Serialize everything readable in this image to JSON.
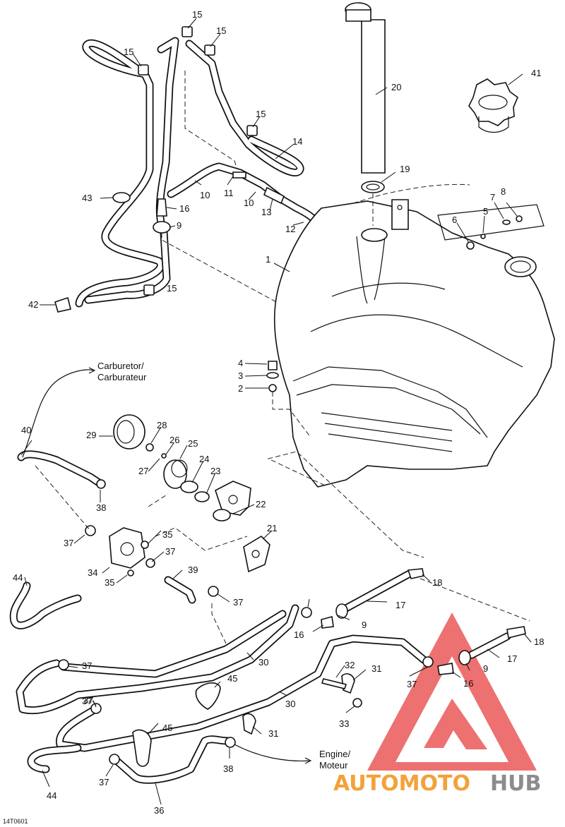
{
  "diagram_code": "14T0601",
  "notes": {
    "carburetor": [
      "Carburetor/",
      "Carburateur"
    ],
    "engine": [
      "Engine/",
      "Moteur"
    ]
  },
  "labels": [
    {
      "id": "l15a",
      "text": "15"
    },
    {
      "id": "l15b",
      "text": "15"
    },
    {
      "id": "l15c",
      "text": "15"
    },
    {
      "id": "l15d",
      "text": "15"
    },
    {
      "id": "l15e",
      "text": "15"
    },
    {
      "id": "l14",
      "text": "14"
    },
    {
      "id": "l43",
      "text": "43"
    },
    {
      "id": "l42",
      "text": "42"
    },
    {
      "id": "l16a",
      "text": "16"
    },
    {
      "id": "l9a",
      "text": "9"
    },
    {
      "id": "l10a",
      "text": "10"
    },
    {
      "id": "l11",
      "text": "11"
    },
    {
      "id": "l10b",
      "text": "10"
    },
    {
      "id": "l13",
      "text": "13"
    },
    {
      "id": "l12",
      "text": "12"
    },
    {
      "id": "l20",
      "text": "20"
    },
    {
      "id": "l19",
      "text": "19"
    },
    {
      "id": "l41",
      "text": "41"
    },
    {
      "id": "l7",
      "text": "7"
    },
    {
      "id": "l8",
      "text": "8"
    },
    {
      "id": "l5",
      "text": "5"
    },
    {
      "id": "l6",
      "text": "6"
    },
    {
      "id": "l1",
      "text": "1"
    },
    {
      "id": "l4",
      "text": "4"
    },
    {
      "id": "l3",
      "text": "3"
    },
    {
      "id": "l2",
      "text": "2"
    },
    {
      "id": "l40",
      "text": "40"
    },
    {
      "id": "l29",
      "text": "29"
    },
    {
      "id": "l28",
      "text": "28"
    },
    {
      "id": "l26",
      "text": "26"
    },
    {
      "id": "l25",
      "text": "25"
    },
    {
      "id": "l27",
      "text": "27"
    },
    {
      "id": "l24",
      "text": "24"
    },
    {
      "id": "l23",
      "text": "23"
    },
    {
      "id": "l22",
      "text": "22"
    },
    {
      "id": "l38a",
      "text": "38"
    },
    {
      "id": "l21",
      "text": "21"
    },
    {
      "id": "l37a",
      "text": "37"
    },
    {
      "id": "l35a",
      "text": "35"
    },
    {
      "id": "l37b",
      "text": "37"
    },
    {
      "id": "l34",
      "text": "34"
    },
    {
      "id": "l35b",
      "text": "35"
    },
    {
      "id": "l39",
      "text": "39"
    },
    {
      "id": "l18a",
      "text": "18"
    },
    {
      "id": "l44a",
      "text": "44"
    },
    {
      "id": "l37c",
      "text": "37"
    },
    {
      "id": "l37d",
      "text": "37"
    },
    {
      "id": "l17a",
      "text": "17"
    },
    {
      "id": "l9b",
      "text": "9"
    },
    {
      "id": "l16b",
      "text": "16"
    },
    {
      "id": "l37e",
      "text": "37"
    },
    {
      "id": "l30a",
      "text": "30"
    },
    {
      "id": "l18b",
      "text": "18"
    },
    {
      "id": "l17b",
      "text": "17"
    },
    {
      "id": "l45a",
      "text": "45"
    },
    {
      "id": "l32",
      "text": "32"
    },
    {
      "id": "l31a",
      "text": "31"
    },
    {
      "id": "l37f",
      "text": "37"
    },
    {
      "id": "l16c",
      "text": "16"
    },
    {
      "id": "l9c",
      "text": "9"
    },
    {
      "id": "l30b",
      "text": "30"
    },
    {
      "id": "l37g",
      "text": "37"
    },
    {
      "id": "l33",
      "text": "33"
    },
    {
      "id": "l45b",
      "text": "45"
    },
    {
      "id": "l31b",
      "text": "31"
    },
    {
      "id": "l38b",
      "text": "38"
    },
    {
      "id": "l44b",
      "text": "44"
    },
    {
      "id": "l37h",
      "text": "37"
    },
    {
      "id": "l36",
      "text": "36"
    }
  ],
  "watermark": {
    "text_a": "AUTOMOTO",
    "text_b": "HUB",
    "color_red": "#e84a4a",
    "color_orange": "#f2a23a",
    "color_gray": "#8c8c8c"
  }
}
